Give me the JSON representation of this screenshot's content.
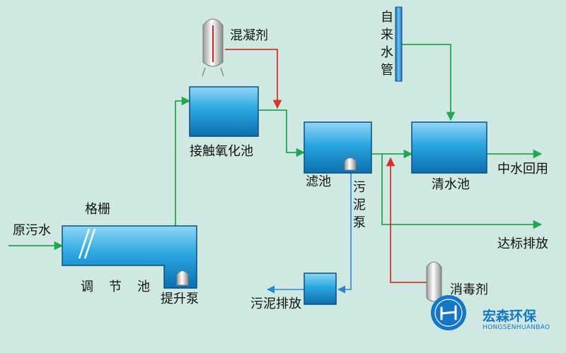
{
  "labels": {
    "coagulant": "混凝剂",
    "tap_water_pipe": "自来水管",
    "contact_oxidation_tank": "接触氧化池",
    "filter_tank": "滤池",
    "clear_water_tank": "清水池",
    "reclaimed_water_reuse": "中水回用",
    "sludge_pump": "污泥泵",
    "discharge_to_standard": "达标排放",
    "grille": "格栅",
    "raw_sewage": "原污水",
    "equalization_tank": "调节池",
    "lift_pump": "提升泵",
    "sludge_discharge": "污泥排放",
    "disinfectant": "消毒剂"
  },
  "brand": {
    "name_cn": "宏森环保",
    "name_en": "HONGSENHUANBAO"
  },
  "colors": {
    "background": "#cfe9e2",
    "water_flow": "#1fa84f",
    "chemical_flow": "#d8322c",
    "sludge_flow": "#2a86d0",
    "tank_fill": "#1e9ad8",
    "brand": "#1476c8"
  }
}
